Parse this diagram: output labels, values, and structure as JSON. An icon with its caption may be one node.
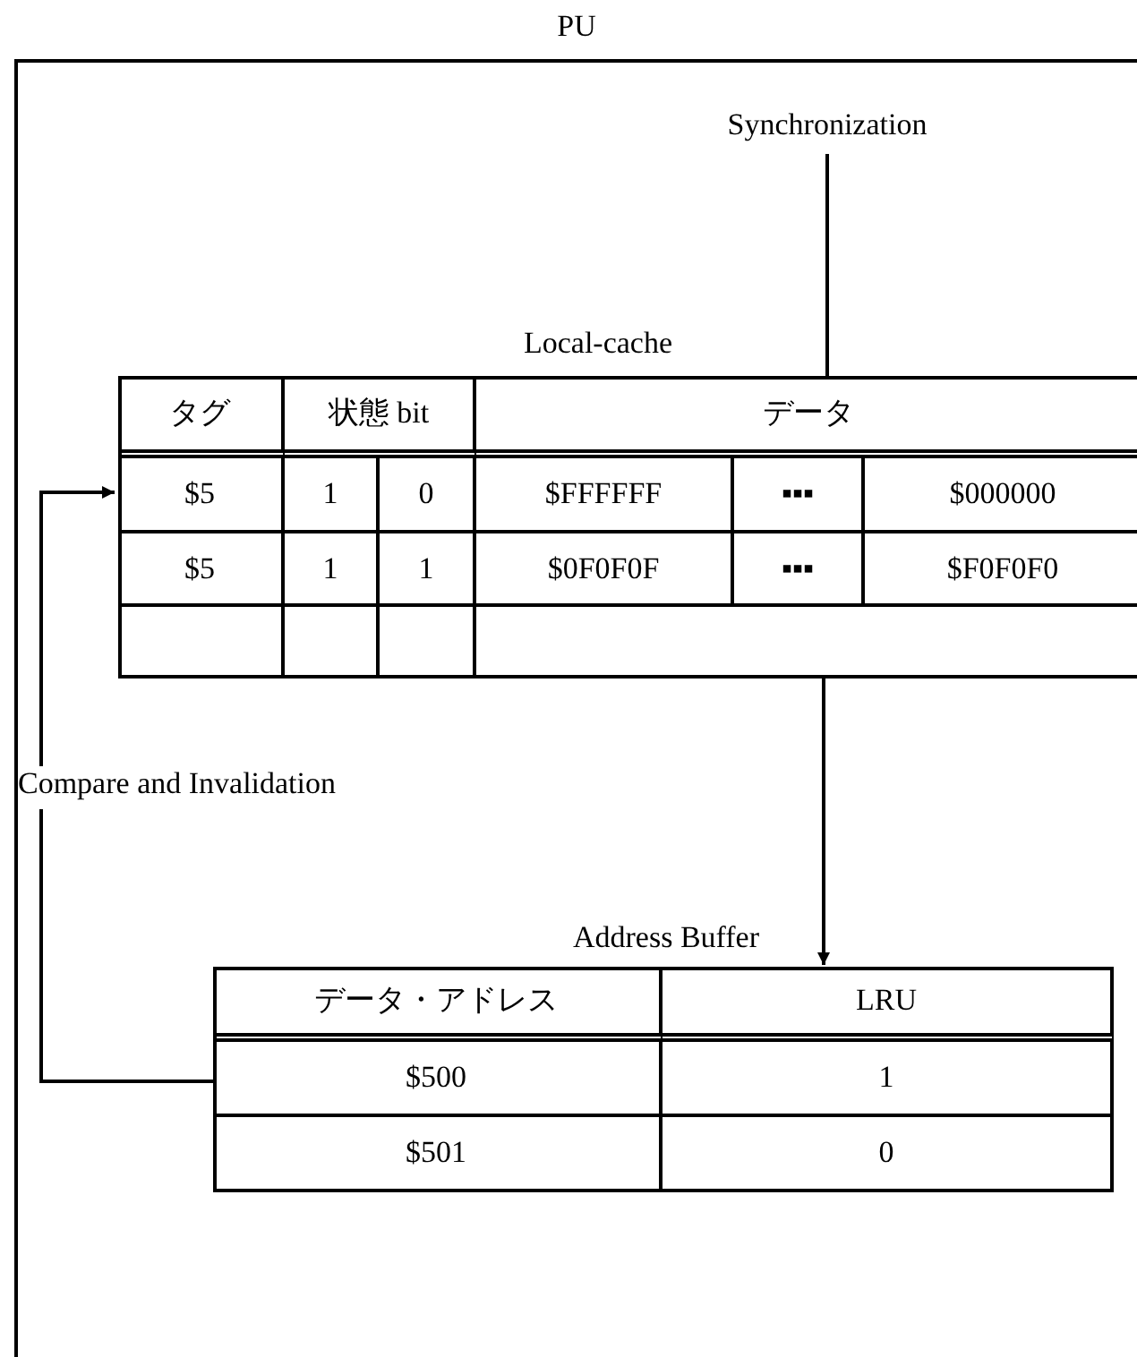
{
  "diagram": {
    "nodes": [
      {
        "text": [
          "PU"
        ]
      },
      {
        "text": [
          "Synchronization"
        ],
        "in": 0
      },
      {
        "text": [
          "Local-cache",
          "タグ",
          "状態 bit",
          "データ",
          "$5",
          "1",
          "0",
          "$FFFFFF",
          "▪▪▪",
          "$000000",
          "$5",
          "1",
          "1",
          "$0F0F0F",
          "▪▪▪",
          "$F0F0F0"
        ],
        "in": 0
      },
      {
        "text": [
          "Address Buffer",
          "データ・アドレス",
          "LRU",
          "$500",
          "1",
          "$501",
          "0"
        ],
        "in": 0
      }
    ],
    "edges": [
      {
        "from": 1,
        "to": 2,
        "arrow": "none"
      },
      {
        "from": 2,
        "to": 3,
        "arrow": "to"
      },
      {
        "from": 3,
        "to": 2,
        "arrow": "to",
        "label": "Compare and Invalidation"
      }
    ]
  }
}
